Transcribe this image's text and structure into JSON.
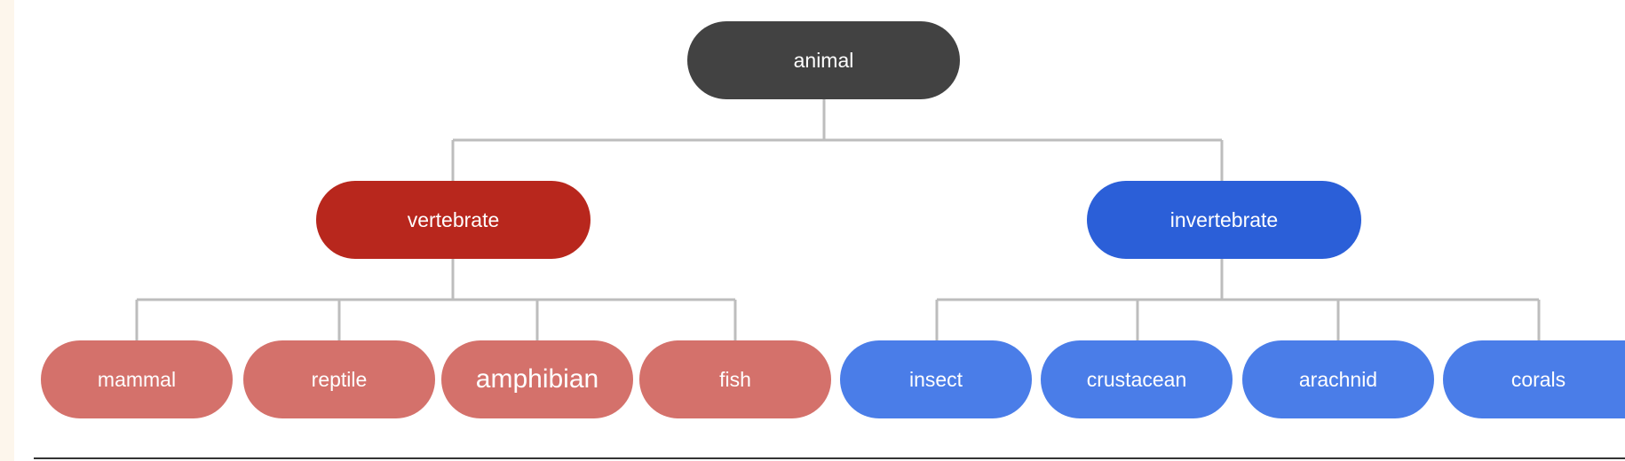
{
  "colors": {
    "root": "#424242",
    "vertebrate": "#b8271d",
    "invertebrate": "#2b5fd8",
    "vertebrate_leaf": "#d4716b",
    "invertebrate_leaf": "#4a7de8",
    "connector": "#bdbdbd",
    "text": "#ffffff"
  },
  "tree": {
    "root": "animal",
    "vertebrate": {
      "label": "vertebrate",
      "children": [
        "mammal",
        "reptile",
        "amphibian",
        "fish"
      ]
    },
    "invertebrate": {
      "label": "invertebrate",
      "children": [
        "insect",
        "crustacean",
        "arachnid",
        "corals"
      ]
    }
  }
}
